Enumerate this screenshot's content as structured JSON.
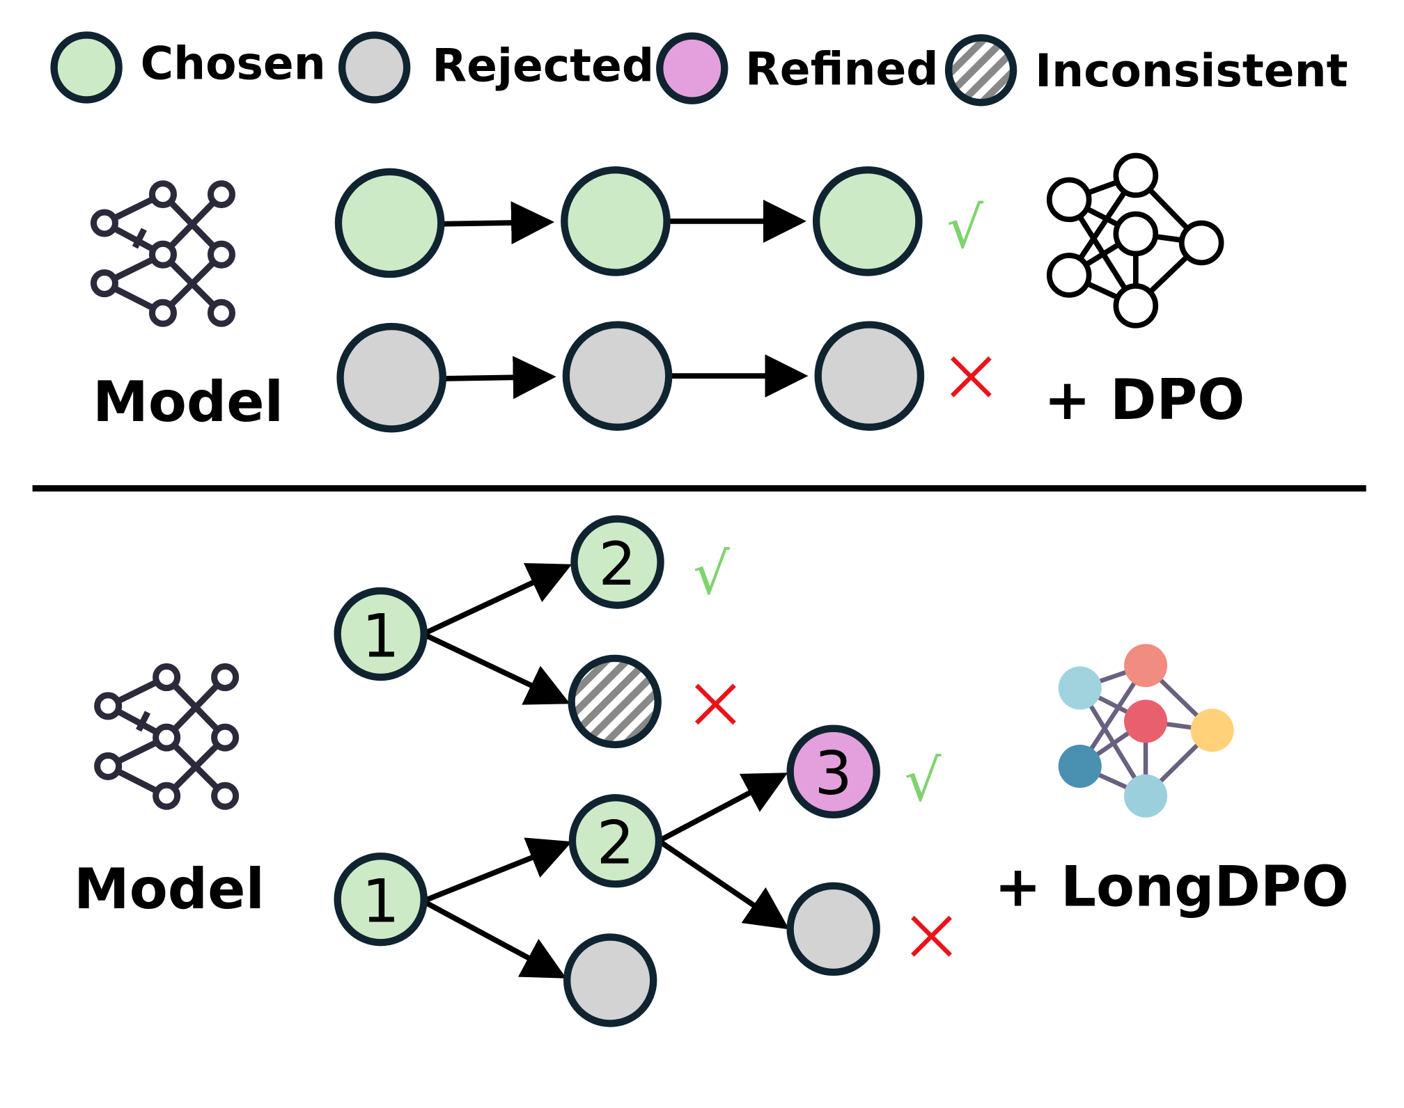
{
  "colors": {
    "chosen": "#cdeac7",
    "rejected": "#d3d3d3",
    "refined": "#e4a0dc",
    "stroke": "#0f2430",
    "check": "#7fd36e",
    "cross": "#e8141c"
  },
  "legend": [
    {
      "label": "Chosen"
    },
    {
      "label": "Rejected"
    },
    {
      "label": "Refined"
    },
    {
      "label": "Inconsistent"
    }
  ],
  "top": {
    "model_label": "Model",
    "method_label": "+ DPO"
  },
  "bottom": {
    "model_label": "Model",
    "method_label": "+ LongDPO",
    "nodes": {
      "a1": "1",
      "a2": "2",
      "b1": "1",
      "b2": "2",
      "b3": "3"
    }
  },
  "marks": {
    "check": "√",
    "cross": "×"
  }
}
